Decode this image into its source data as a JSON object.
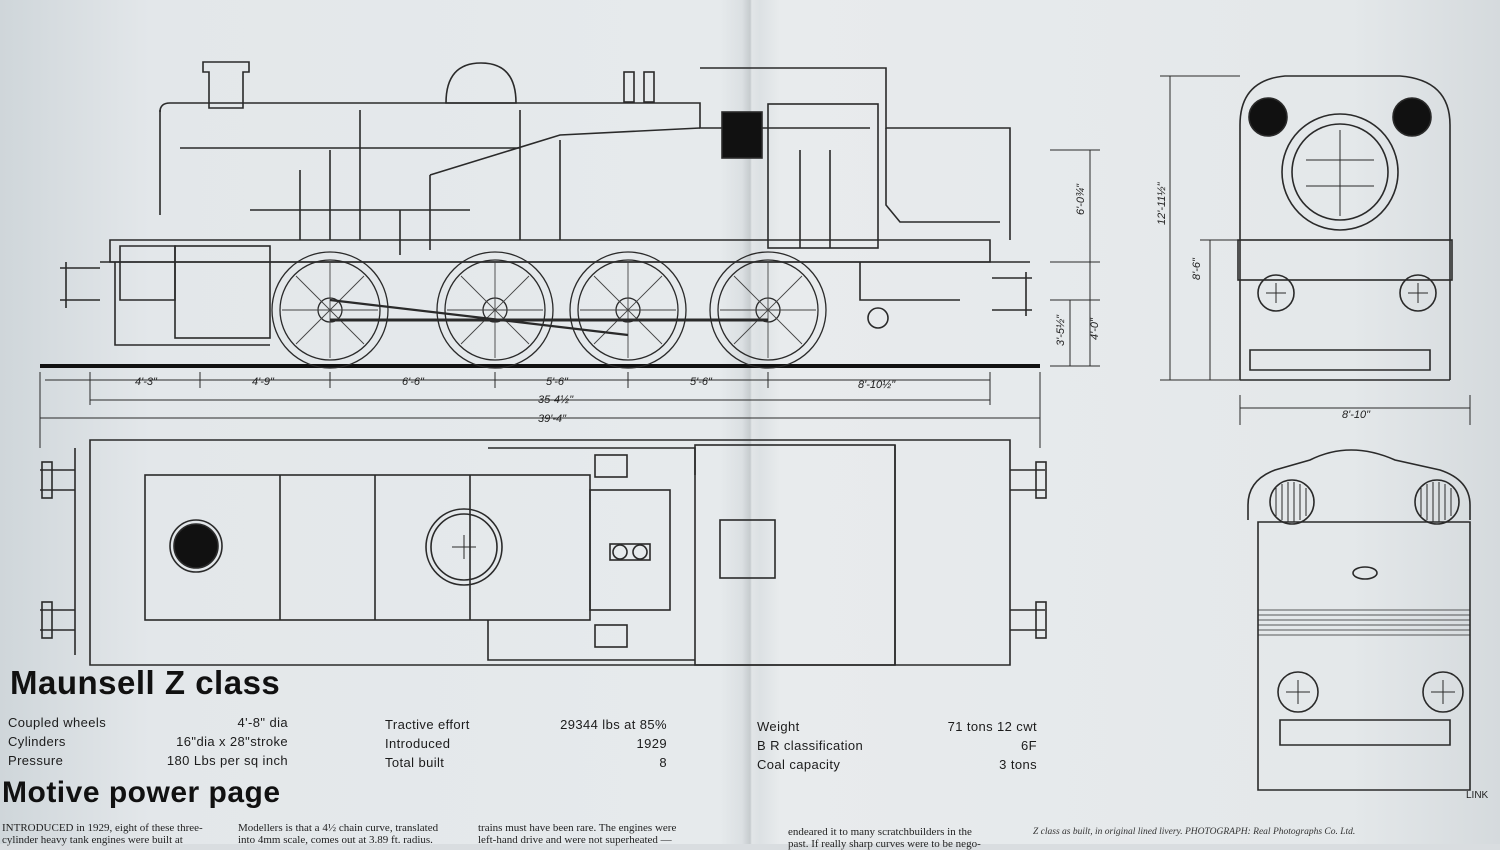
{
  "title": "Maunsell Z class",
  "subtitle": "Motive power page",
  "dimensions": {
    "d1": "4'-3\"",
    "d2": "4'-9\"",
    "d3": "6'-6\"",
    "d4": "5'-6\"",
    "d5": "5'-6\"",
    "d6": "8'-10½\"",
    "wheelbase": "35-4½\"",
    "overall": "39'-4\"",
    "height_cab": "6'-0¾\"",
    "buffer_h": "3'-5½\"",
    "h4": "4'-0\"",
    "overall_height": "12'-11½\"",
    "h8": "8'-6\"",
    "width": "8'-10\""
  },
  "specs_left": [
    {
      "label": "Coupled  wheels",
      "value": "4'-8\" dia"
    },
    {
      "label": "Cylinders",
      "value": "16\"dia x 28\"stroke"
    },
    {
      "label": "Pressure",
      "value": "180 Lbs per sq inch"
    }
  ],
  "specs_mid": [
    {
      "label": "Tractive  effort",
      "value": "29344 lbs at 85%"
    },
    {
      "label": "Introduced",
      "value": "1929"
    },
    {
      "label": "Total  built",
      "value": "8"
    }
  ],
  "specs_right": [
    {
      "label": "Weight",
      "value": "71 tons  12 cwt"
    },
    {
      "label": "B R  classification",
      "value": "6F"
    },
    {
      "label": "Coal  capacity",
      "value": "3  tons"
    }
  ],
  "body_text": {
    "col1_line1": "INTRODUCED in 1929, eight of these three-",
    "col1_line2": "cylinder  heavy  tank  engines  were  built  at",
    "col2_line1": "Modellers is that a 4½ chain curve, translated",
    "col2_line2": "into 4mm scale, comes out at 3.89 ft. radius.",
    "col3_line1": "trains must have been rare. The engines were",
    "col3_line2": "left-hand drive and were not superheated —",
    "col4_line1": "endeared it to many scratchbuilders in the",
    "col4_line2": "past.  If really sharp curves were to be nego-"
  },
  "caption": "Z class as built, in original lined livery.  PHOTOGRAPH: Real Photographs Co. Ltd.",
  "link_label": "LINK"
}
